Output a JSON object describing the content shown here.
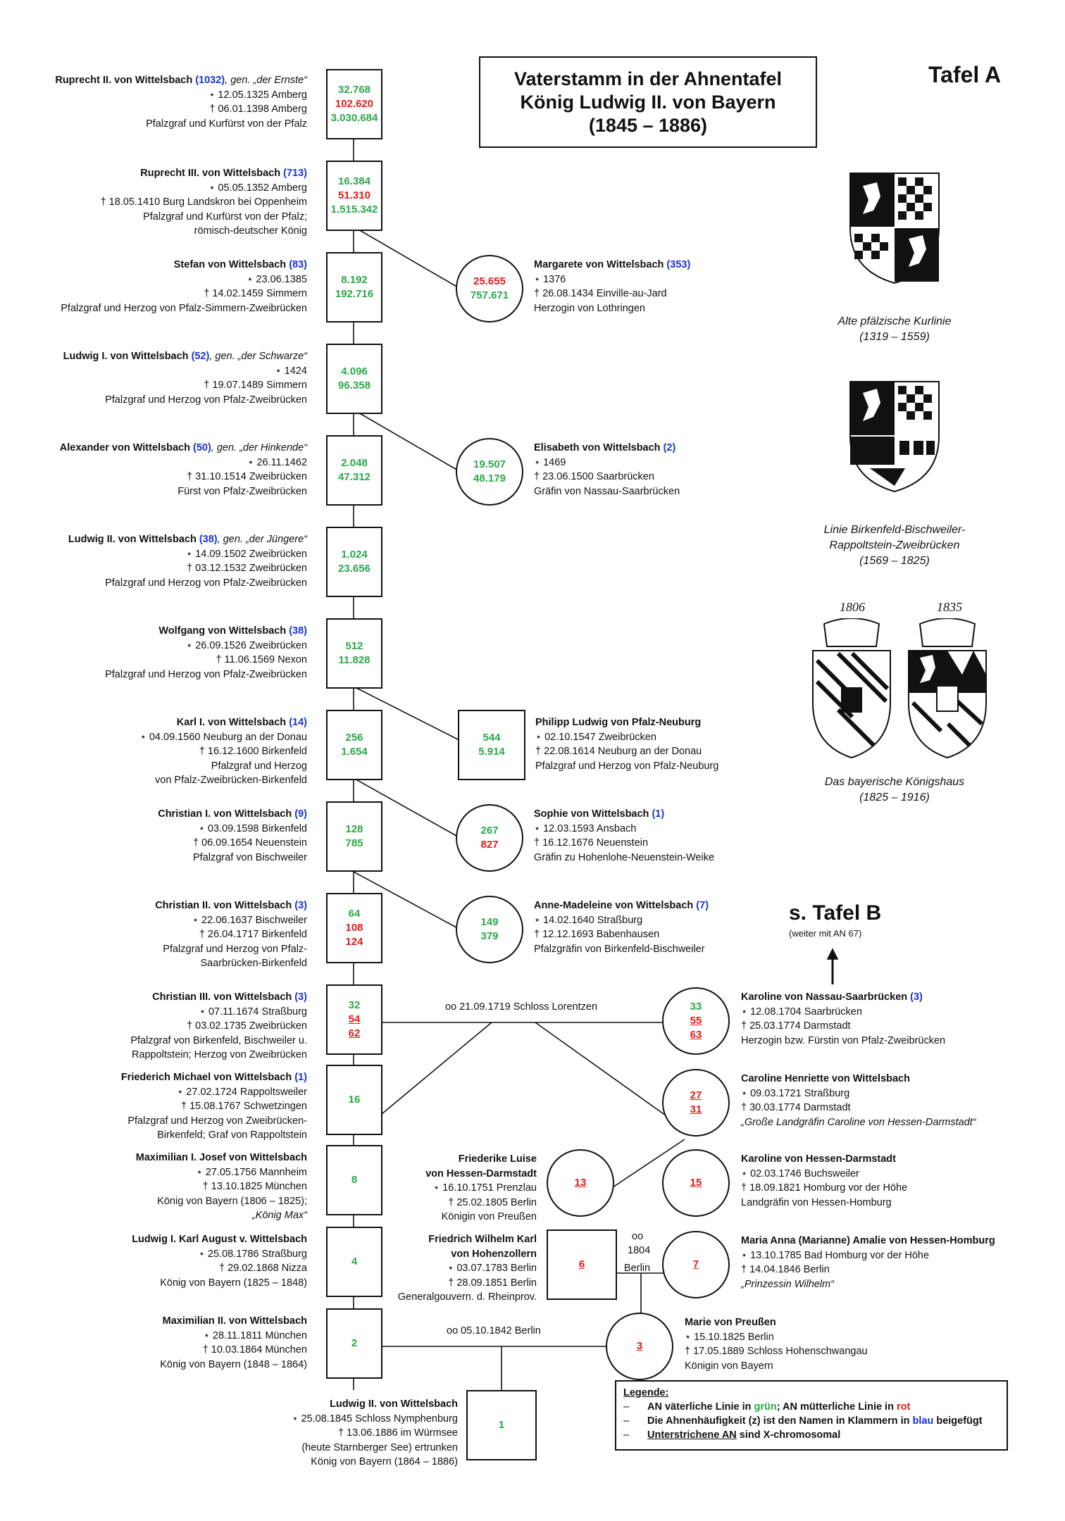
{
  "title": {
    "line1": "Vaterstamm in der Ahnentafel",
    "line2": "König Ludwig II. von Bayern",
    "line3": "(1845 – 1886)"
  },
  "tafel_label": "Tafel A",
  "crests": [
    {
      "caption1": "Alte pfälzische Kurlinie",
      "caption2": "(1319 – 1559)"
    },
    {
      "caption1": "Linie Birkenfeld-Bischweiler-",
      "caption2": "Rappoltstein-Zweibrücken",
      "caption3": "(1569 – 1825)"
    },
    {
      "caption1": "Das bayerische Königshaus",
      "caption2": "(1825 – 1916)",
      "year1": "1806",
      "year2": "1835"
    }
  ],
  "see_tafel": {
    "label": "s. Tafel B",
    "note": "(weiter mit AN 67)"
  },
  "marriages": {
    "m1": "oo 21.09.1719 Schloss Lorentzen",
    "m2": "oo",
    "m2_year": "1804",
    "m2_place": "Berlin",
    "m3": "oo 05.10.1842 Berlin"
  },
  "legend": {
    "title": "Legende:",
    "dash": "–",
    "l1a": "AN väterliche Linie in ",
    "l1b": "grün",
    "l1c": "; AN mütterliche Linie in ",
    "l1d": "rot",
    "l2a": "Die Ahnenhäufigkeit (z) ist den Namen in Klammern in ",
    "l2b": "blau",
    "l2c": " beigefügt",
    "l3a": "Unterstrichene AN",
    "l3b": " sind X-chromosomal"
  },
  "persons": {
    "p1": {
      "name": "Ruprecht II. von Wittelsbach ",
      "z": "(1032)",
      "gen": ", gen. „der Ernste“",
      "l1": "⋆ 12.05.1325 Amberg",
      "l2": "† 06.01.1398 Amberg",
      "l3": "Pfalzgraf und Kurfürst von der Pfalz",
      "n1": "32.768",
      "n2": "102.620",
      "n3": "3.030.684"
    },
    "p2": {
      "name": "Ruprecht III. von Wittelsbach ",
      "z": "(713)",
      "l1": "⋆ 05.05.1352 Amberg",
      "l2": "† 18.05.1410 Burg Landskron bei Oppenheim",
      "l3": "Pfalzgraf und Kurfürst von der Pfalz;",
      "l4": "römisch-deutscher König",
      "n1": "16.384",
      "n2": "51.310",
      "n3": "1.515.342"
    },
    "p3": {
      "name": "Stefan von Wittelsbach ",
      "z": "(83)",
      "l1": "⋆ 23.06.1385",
      "l2": "† 14.02.1459 Simmern",
      "l3": "Pfalzgraf und Herzog von Pfalz-Simmern-Zweibrücken",
      "n1": "8.192",
      "n2": "192.716"
    },
    "p4": {
      "name": "Ludwig I. von Wittelsbach ",
      "z": "(52)",
      "gen": ", gen. „der Schwarze“",
      "l1": "⋆ 1424",
      "l2": "† 19.07.1489 Simmern",
      "l3": "Pfalzgraf und Herzog von Pfalz-Zweibrücken",
      "n1": "4.096",
      "n2": "96.358"
    },
    "p5": {
      "name": "Alexander von Wittelsbach ",
      "z": "(50)",
      "gen": ", gen. „der Hinkende“",
      "l1": "⋆ 26.11.1462",
      "l2": "† 31.10.1514 Zweibrücken",
      "l3": "Fürst von Pfalz-Zweibrücken",
      "n1": "2.048",
      "n2": "47.312"
    },
    "p6": {
      "name": "Ludwig II. von Wittelsbach ",
      "z": "(38)",
      "gen": ", gen. „der Jüngere“",
      "l1": "⋆ 14.09.1502 Zweibrücken",
      "l2": "† 03.12.1532 Zweibrücken",
      "l3": "Pfalzgraf und Herzog von Pfalz-Zweibrücken",
      "n1": "1.024",
      "n2": "23.656"
    },
    "p7": {
      "name": "Wolfgang von Wittelsbach ",
      "z": "(38)",
      "l1": "⋆ 26.09.1526 Zweibrücken",
      "l2": "† 11.06.1569 Nexon",
      "l3": "Pfalzgraf und Herzog von Pfalz-Zweibrücken",
      "n1": "512",
      "n2": "11.828"
    },
    "p8": {
      "name": "Karl I. von Wittelsbach ",
      "z": "(14)",
      "l1": "⋆ 04.09.1560 Neuburg an der Donau",
      "l2": "† 16.12.1600 Birkenfeld",
      "l3": "Pfalzgraf und Herzog",
      "l4": "von Pfalz-Zweibrücken-Birkenfeld",
      "n1": "256",
      "n2": "1.654"
    },
    "p9": {
      "name": "Christian I. von Wittelsbach ",
      "z": "(9)",
      "l1": "⋆ 03.09.1598 Birkenfeld",
      "l2": "† 06.09.1654 Neuenstein",
      "l3": "Pfalzgraf von Bischweiler",
      "n1": "128",
      "n2": "785"
    },
    "p10": {
      "name": "Christian II. von Wittelsbach ",
      "z": "(3)",
      "l1": "⋆ 22.06.1637 Bischweiler",
      "l2": "† 26.04.1717 Birkenfeld",
      "l3": "Pfalzgraf und Herzog von Pfalz-",
      "l4": "Saarbrücken-Birkenfeld",
      "n1": "64",
      "n2": "108",
      "n3": "124"
    },
    "p11": {
      "name": "Christian III. von Wittelsbach ",
      "z": "(3)",
      "l1": "⋆ 07.11.1674 Straßburg",
      "l2": "† 03.02.1735 Zweibrücken",
      "l3": "Pfalzgraf von Birkenfeld, Bischweiler u.",
      "l4": "Rappoltstein; Herzog von Zweibrücken",
      "n1": "32",
      "n2": "54",
      "n3": "62"
    },
    "p12": {
      "name": "Friederich Michael von Wittelsbach ",
      "z": "(1)",
      "l1": "⋆ 27.02.1724 Rappoltsweiler",
      "l2": "† 15.08.1767 Schwetzingen",
      "l3": "Pfalzgraf und Herzog von Zweibrücken-",
      "l4": "Birkenfeld; Graf von Rappoltstein",
      "n1": "16"
    },
    "p13": {
      "name": "Maximilian I. Josef von Wittelsbach",
      "l1": "⋆ 27.05.1756 Mannheim",
      "l2": "† 13.10.1825 München",
      "l3": "König von Bayern (1806 – 1825);",
      "l4": "„König Max“",
      "n1": "8"
    },
    "p14": {
      "name": "Ludwig I. Karl August v. Wittelsbach",
      "l1": "⋆ 25.08.1786 Straßburg",
      "l2": "† 29.02.1868 Nizza",
      "l3": "König von Bayern (1825 – 1848)",
      "n1": "4"
    },
    "p15": {
      "name": "Maximilian II. von Wittelsbach",
      "l1": "⋆ 28.11.1811 München",
      "l2": "† 10.03.1864 München",
      "l3": "König von Bayern (1848 – 1864)",
      "n1": "2"
    },
    "p16": {
      "name": "Ludwig II. von Wittelsbach",
      "l1": "⋆ 25.08.1845 Schloss Nymphenburg",
      "l2": "† 13.06.1886 im Würmsee",
      "l3": "(heute Starnberger See) ertrunken",
      "l4": "König von Bayern (1864 – 1886)",
      "n1": "1"
    },
    "w1": {
      "name": "Margarete von Wittelsbach ",
      "z": "(353)",
      "l1": "⋆ 1376",
      "l2": "† 26.08.1434 Einville-au-Jard",
      "l3": "Herzogin von Lothringen",
      "n1": "25.655",
      "n2": "757.671"
    },
    "w2": {
      "name": "Elisabeth von Wittelsbach ",
      "z": "(2)",
      "l1": "⋆ 1469",
      "l2": "† 23.06.1500 Saarbrücken",
      "l3": "Gräfin von Nassau-Saarbrücken",
      "n1": "19.507",
      "n2": "48.179"
    },
    "w3": {
      "name": "Philipp Ludwig von Pfalz-Neuburg",
      "l1": "⋆ 02.10.1547 Zweibrücken",
      "l2": "† 22.08.1614 Neuburg an der Donau",
      "l3": "Pfalzgraf und Herzog von Pfalz-Neuburg",
      "n1": "544",
      "n2": "5.914"
    },
    "w4": {
      "name": "Sophie von Wittelsbach ",
      "z": "(1)",
      "l1": "⋆ 12.03.1593 Ansbach",
      "l2": "† 16.12.1676 Neuenstein",
      "l3": "Gräfin zu Hohenlohe-Neuenstein-Weike",
      "n1": "267",
      "n2": "827"
    },
    "w5": {
      "name": "Anne-Madeleine von Wittelsbach ",
      "z": "(7)",
      "l1": "⋆ 14.02.1640 Straßburg",
      "l2": "† 12.12.1693 Babenhausen",
      "l3": "Pfalzgräfin von Birkenfeld-Bischweiler",
      "n1": "149",
      "n2": "379"
    },
    "w6": {
      "name": "Karoline von Nassau-Saarbrücken ",
      "z": "(3)",
      "l1": "⋆ 12.08.1704 Saarbrücken",
      "l2": "† 25.03.1774 Darmstadt",
      "l3": "Herzogin bzw. Fürstin von Pfalz-Zweibrücken",
      "n1": "33",
      "n2": "55",
      "n3": "63"
    },
    "w7": {
      "name": "Caroline Henriette von Wittelsbach",
      "l1": "⋆ 09.03.1721 Straßburg",
      "l2": "† 30.03.1774 Darmstadt",
      "l3": "„Große Landgräfin Caroline von Hessen-Darmstadt“",
      "n1": "27",
      "n2": "31"
    },
    "w8": {
      "name": "Karoline von Hessen-Darmstadt",
      "l1": "⋆ 02.03.1746 Buchsweiler",
      "l2": "† 18.09.1821 Homburg vor der Höhe",
      "l3": "Landgräfin von Hessen-Homburg",
      "n1": "15"
    },
    "w9": {
      "name": "Friederike Luise",
      "name2": "von Hessen-Darmstadt",
      "l1": "⋆ 16.10.1751 Prenzlau",
      "l2": "† 25.02.1805 Berlin",
      "l3": "Königin von Preußen",
      "n1": "13"
    },
    "w10": {
      "name": "Friedrich Wilhelm Karl",
      "name2": "von Hohenzollern",
      "l1": "⋆ 03.07.1783 Berlin",
      "l2": "† 28.09.1851 Berlin",
      "l3": "Generalgouvern. d. Rheinprov.",
      "n1": "6"
    },
    "w11": {
      "name": "Maria Anna (Marianne) Amalie von Hessen-Homburg",
      "l1": "⋆ 13.10.1785 Bad Homburg vor der Höhe",
      "l2": "† 14.04.1846 Berlin",
      "l3": "„Prinzessin Wilhelm“",
      "n1": "7"
    },
    "w12": {
      "name": "Marie von Preußen",
      "l1": "⋆ 15.10.1825 Berlin",
      "l2": "† 17.05.1889 Schloss Hohenschwangau",
      "l3": "Königin von Bayern",
      "n1": "3"
    }
  }
}
